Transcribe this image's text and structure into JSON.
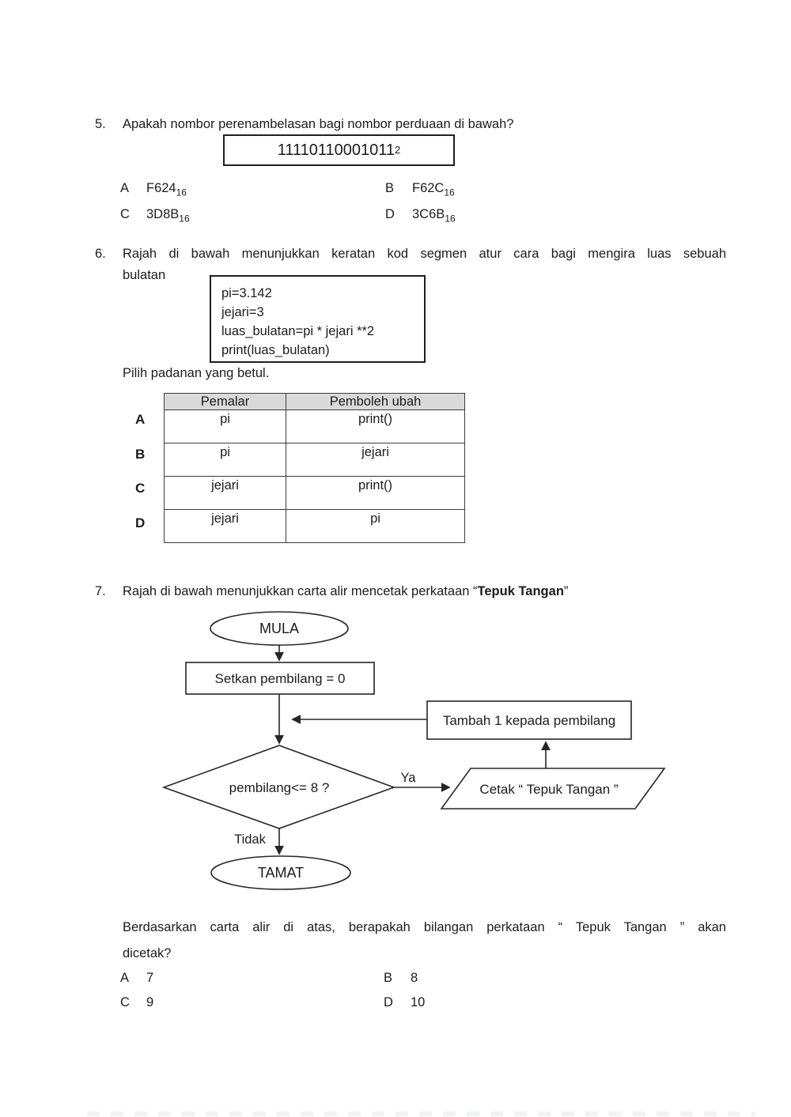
{
  "q5": {
    "number": "5.",
    "question": "Apakah nombor perenambelasan bagi nombor perduaan di bawah?",
    "binary_value": "11110110001011",
    "binary_base": "2",
    "options": [
      {
        "label": "A",
        "value": "F624",
        "base": "16"
      },
      {
        "label": "B",
        "value": "F62C",
        "base": "16"
      },
      {
        "label": "C",
        "value": "3D8B",
        "base": "16"
      },
      {
        "label": "D",
        "value": "3C6B",
        "base": "16"
      }
    ]
  },
  "q6": {
    "number": "6.",
    "question_line1": "Rajah di bawah menunjukkan keratan kod segmen atur cara bagi mengira luas sebuah",
    "question_line2": "bulatan",
    "code_lines": [
      "pi=3.142",
      "jejari=3",
      "luas_bulatan=pi * jejari **2",
      "print(luas_bulatan)"
    ],
    "instruction": "Pilih padanan yang betul.",
    "table": {
      "headers": [
        "Pemalar",
        "Pemboleh ubah"
      ],
      "header_bg": "#d9d9d9",
      "rows": [
        {
          "label": "A",
          "pemalar": "pi",
          "pemboleh_ubah": "print()"
        },
        {
          "label": "B",
          "pemalar": "pi",
          "pemboleh_ubah": "jejari"
        },
        {
          "label": "C",
          "pemalar": "jejari",
          "pemboleh_ubah": "print()"
        },
        {
          "label": "D",
          "pemalar": "jejari",
          "pemboleh_ubah": "pi"
        }
      ]
    }
  },
  "q7": {
    "number": "7.",
    "question_prefix": "Rajah di bawah menunjukkan carta alir mencetak perkataan “",
    "question_bold": "Tepuk Tangan",
    "question_suffix": "”",
    "flowchart": {
      "start": "MULA",
      "init": "Setkan pembilang = 0",
      "increment": "Tambah 1 kepada pembilang",
      "decision": "pembilang<= 8 ?",
      "yes_label": "Ya",
      "no_label": "Tidak",
      "output": "Cetak “ Tepuk Tangan ”",
      "end": "TAMAT"
    },
    "question_line1": "Berdasarkan carta alir di atas, berapakah bilangan perkataan “ Tepuk Tangan ” akan",
    "question_line2": "dicetak?",
    "options": [
      {
        "label": "A",
        "value": "7"
      },
      {
        "label": "B",
        "value": "8"
      },
      {
        "label": "C",
        "value": "9"
      },
      {
        "label": "D",
        "value": "10"
      }
    ]
  }
}
